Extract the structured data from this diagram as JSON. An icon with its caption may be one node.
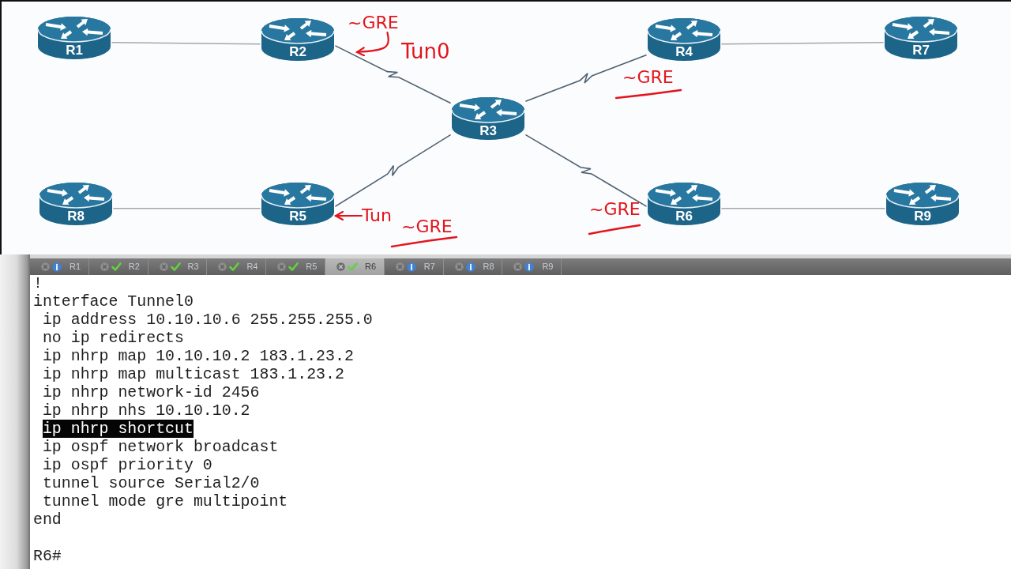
{
  "diagram": {
    "nodes": [
      {
        "text": [
          "R1"
        ]
      },
      {
        "text": [
          "R2"
        ]
      },
      {
        "text": [
          "~GRE"
        ]
      },
      {
        "text": [
          "R4"
        ]
      },
      {
        "text": [
          "R7"
        ]
      },
      {
        "text": [
          "R3"
        ]
      },
      {
        "text": [
          "R8"
        ]
      },
      {
        "text": [
          "R5"
        ]
      },
      {
        "text": [
          "Tun"
        ]
      },
      {
        "text": [
          "R6"
        ]
      },
      {
        "text": [
          "R9"
        ]
      }
    ],
    "edges": [
      {
        "from": 0,
        "to": 1,
        "arrow": "none"
      },
      {
        "from": 1,
        "to": 5,
        "arrow": "none",
        "color": "#4f6272"
      },
      {
        "from": 5,
        "to": 3,
        "arrow": "none",
        "color": "#4f6272"
      },
      {
        "from": 3,
        "to": 4,
        "arrow": "none"
      },
      {
        "from": 5,
        "to": 7,
        "arrow": "none",
        "color": "#4f6272"
      },
      {
        "from": 5,
        "to": 9,
        "arrow": "none",
        "color": "#4f6272"
      },
      {
        "from": 6,
        "to": 7,
        "arrow": "none"
      },
      {
        "from": 9,
        "to": 10,
        "arrow": "none"
      },
      {
        "from": 2,
        "to": null,
        "arrow": "to",
        "color": "#e3141c"
      },
      {
        "from": 8,
        "to": 7,
        "arrow": "to",
        "color": "#e3141c"
      }
    ],
    "labels": [
      "Tun0",
      "~GRE",
      "~GRE",
      "~GRE",
      "R1",
      "R2",
      "R3",
      "R4",
      "R5",
      "R6",
      "R7",
      "R8",
      "R9",
      "!",
      "interface Tunnel0",
      "ip address 10.10.10.6 255.255.255.0",
      "no ip redirects",
      "ip nhrp map 10.10.10.2 183.1.23.2",
      "ip nhrp map multicast 183.1.23.2",
      "ip nhrp network-id 2456",
      "ip nhrp nhs 10.10.10.2",
      "ip nhrp shortcut",
      "ip ospf network broadcast",
      "ip ospf priority 0",
      "tunnel source Serial2/0",
      "tunnel mode gre multipoint",
      "end",
      "R6#"
    ]
  }
}
